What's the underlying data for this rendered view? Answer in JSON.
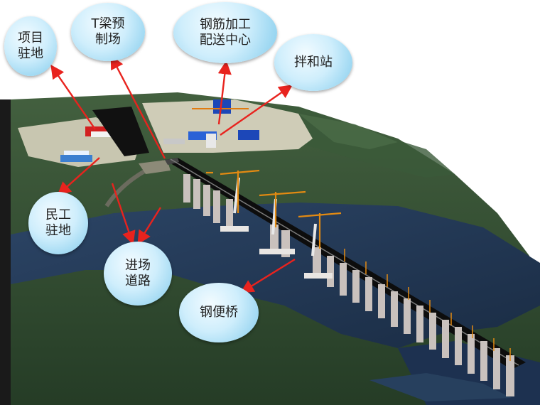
{
  "labels": {
    "project_camp": "项目\n驻地",
    "t_beam": "T梁预\n制场",
    "rebar_center": "钢筋加工\n配送中心",
    "mixing_station": "拌和站",
    "worker_camp": "民工\n驻地",
    "access_road": "进场\n道路",
    "steel_trestle": "钢便桥"
  },
  "colors": {
    "terrain": "#2e4a30",
    "water": "#1e3350",
    "arrow": "#e8231e",
    "bubble": "#bfe7f8"
  }
}
